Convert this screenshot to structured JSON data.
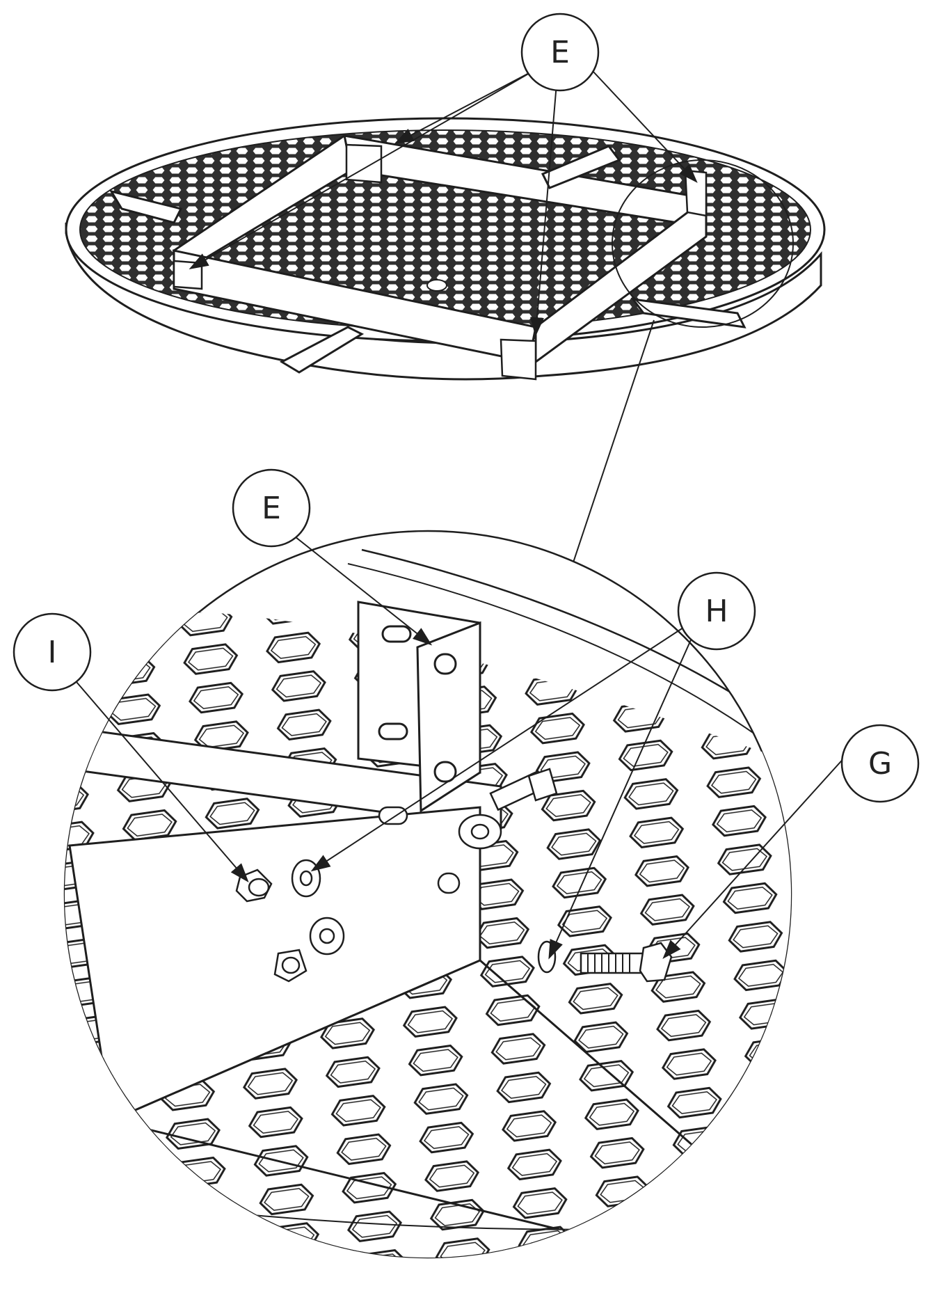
{
  "figure": {
    "callouts": [
      {
        "id": "overview-E",
        "label": "E"
      },
      {
        "id": "detail-E",
        "label": "E"
      },
      {
        "id": "detail-H",
        "label": "H"
      },
      {
        "id": "detail-I",
        "label": "I"
      },
      {
        "id": "detail-G",
        "label": "G"
      }
    ]
  },
  "colors": {
    "line": "#1e1e1e",
    "mesh": "#2f2f2f",
    "paper": "#ffffff"
  }
}
